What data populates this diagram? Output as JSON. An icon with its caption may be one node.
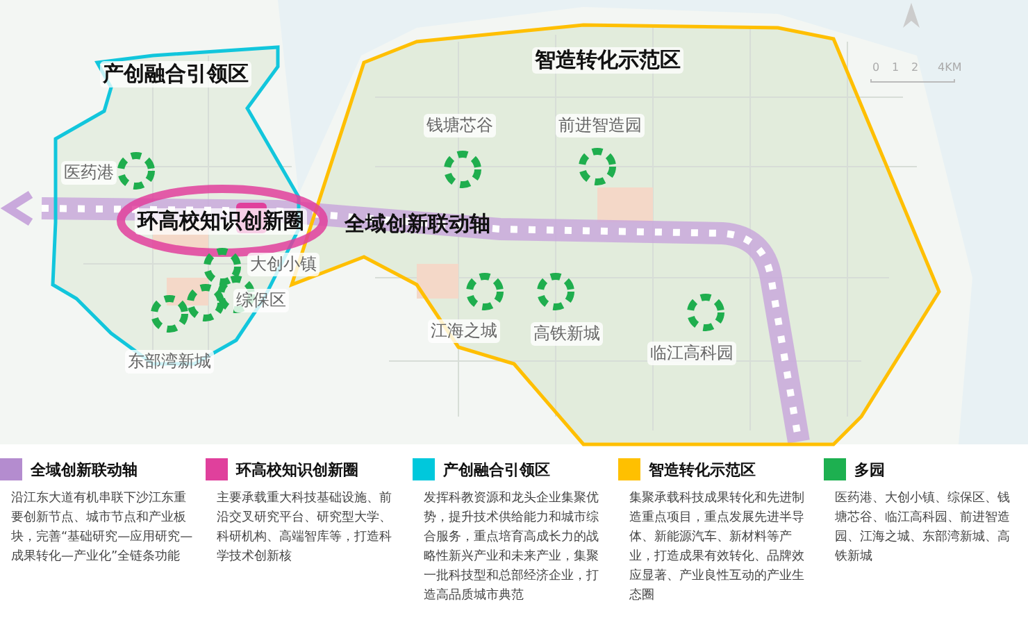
{
  "diagram": {
    "nodes": [
      {
        "text": [
          "产创融合引领区"
        ]
      },
      {
        "text": [
          "智造转化示范区"
        ]
      },
      {
        "text": [
          "环高校知识创新圈"
        ]
      }
    ],
    "labels": [
      "钱塘芯谷",
      "前进智造园",
      "0",
      "1",
      "2",
      "4KM",
      "医药港",
      "全域创新联动轴",
      "大创小镇",
      "综保区",
      "江海之城",
      "高铁新城",
      "临江高科园",
      "东部湾新城",
      "沿江东大道有机串联下沙江东重要创新节点、城市节点和产业板块，完善“基础研究—应用研究—成果转化—产业化”全链条功能",
      "主要承载重大科技基础设施、前沿交叉研究平台、研究型大学、科研机构、高端智库等，打造科学技术创新核",
      "发挥科教资源和龙头企业集聚优势，提升技术供给能力和城市综合服务，重点培育高成长力的战略性新兴产业和未来产业，集聚一批科技型和总部经济企业，打造高品质城市典范",
      "集聚承载科技成果转化和先进制造重点项目，重点发展先进半导体、新能源汽车、新材料等产业，打造成果有效转化、品牌效应显著、产业良性互动的产业生态圈",
      "医药港、大创小镇、综保区、钱塘芯谷、临江高科园、前进智造园、江海之城、东部湾新城、高铁新城"
    ],
    "legend": [
      {
        "text": "全域创新联动轴",
        "color": "#b48ccf"
      },
      {
        "text": "环高校知识创新圈",
        "color": "#e0409c"
      },
      {
        "text": "产创融合引领区",
        "color": "#00c8dc"
      },
      {
        "text": "智造转化示范区",
        "color": "#ffc000"
      },
      {
        "text": "多园",
        "color": "#1db050"
      }
    ]
  }
}
